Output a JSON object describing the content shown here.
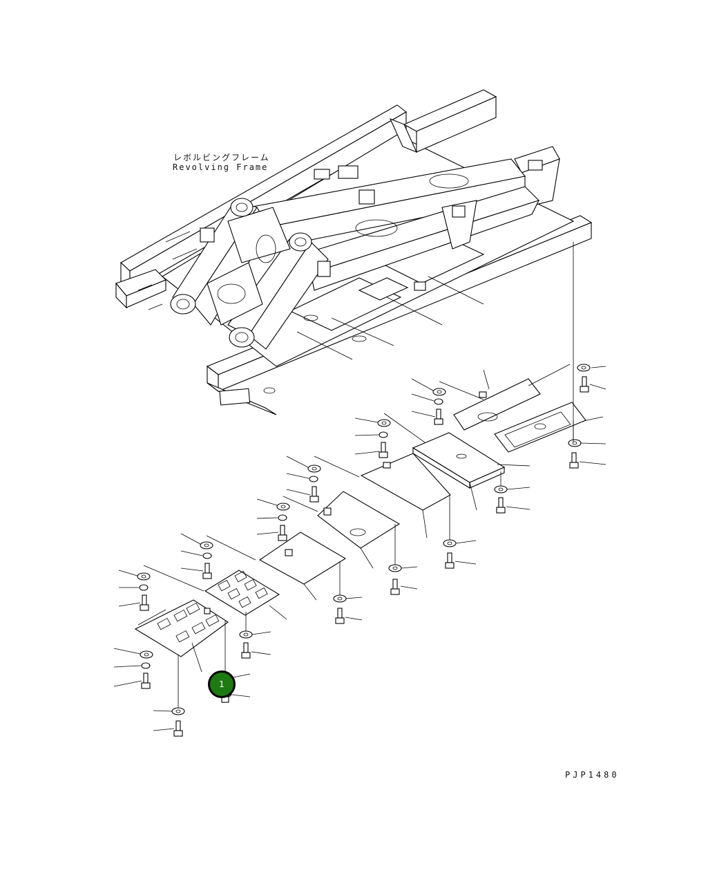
{
  "labels": {
    "frame_ja": "レボルビングフレーム",
    "frame_en": "Revolving Frame",
    "drawing_code": "PJP1480"
  },
  "callouts": [
    {
      "number": "1",
      "color": "#1d7a12"
    }
  ],
  "icons": [
    "revolving-frame-drawing",
    "cover-plate-drawing",
    "bolt-drawing",
    "washer-drawing",
    "leader-line"
  ]
}
